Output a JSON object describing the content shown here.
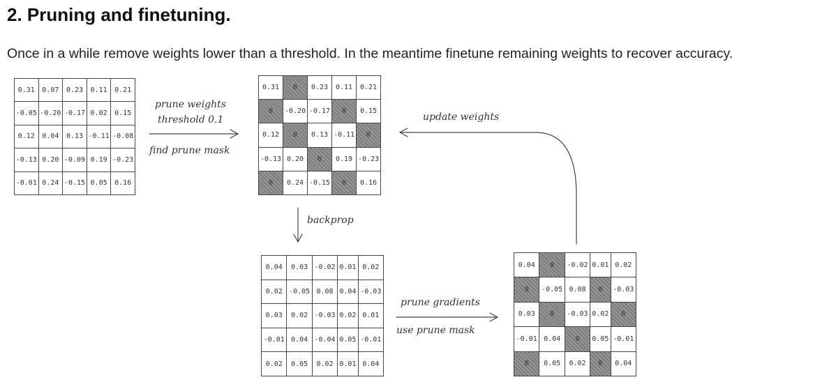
{
  "heading": "2. Pruning and finetuning.",
  "intro": "Once in a while remove weights lower than a threshold. In the meantime finetune remaining weights to recover accuracy.",
  "labels": {
    "prune_weights": "prune weights",
    "threshold": "threshold 0.1",
    "find_mask": "find prune mask",
    "update_weights": "update weights",
    "backprop": "backprop",
    "prune_gradients": "prune gradients",
    "use_mask": "use prune mask"
  },
  "matrices": {
    "weights": {
      "rows": [
        [
          "0.31",
          "0.07",
          "0.23",
          "0.11",
          "0.21"
        ],
        [
          "-0.05",
          "-0.20",
          "-0.17",
          "0.02",
          "0.15"
        ],
        [
          "0.12",
          "0.04",
          "0.13",
          "-0.11",
          "-0.08"
        ],
        [
          "-0.13",
          "0.20",
          "-0.09",
          "0.19",
          "-0.23"
        ],
        [
          "-0.01",
          "0.24",
          "-0.15",
          "0.05",
          "0.16"
        ]
      ]
    },
    "pruned_weights": {
      "rows": [
        [
          "0.31",
          "0",
          "0.23",
          "0.11",
          "0.21"
        ],
        [
          "0",
          "-0.20",
          "-0.17",
          "0",
          "0.15"
        ],
        [
          "0.12",
          "0",
          "0.13",
          "-0.11",
          "0"
        ],
        [
          "-0.13",
          "0.20",
          "0",
          "0.19",
          "-0.23"
        ],
        [
          "0",
          "0.24",
          "-0.15",
          "0",
          "0.16"
        ]
      ],
      "mask": [
        [
          0,
          1,
          0,
          0,
          0
        ],
        [
          1,
          0,
          0,
          1,
          0
        ],
        [
          0,
          1,
          0,
          0,
          1
        ],
        [
          0,
          0,
          1,
          0,
          0
        ],
        [
          1,
          0,
          0,
          1,
          0
        ]
      ]
    },
    "gradients": {
      "rows": [
        [
          "0.04",
          "0.03",
          "-0.02",
          "0.01",
          "0.02"
        ],
        [
          "0.02",
          "-0.05",
          "0.08",
          "0.04",
          "-0.03"
        ],
        [
          "0.03",
          "0.02",
          "-0.03",
          "0.02",
          "0.01"
        ],
        [
          "-0.01",
          "0.04",
          "-0.04",
          "0.05",
          "-0.01"
        ],
        [
          "0.02",
          "0.05",
          "0.02",
          "0.01",
          "0.04"
        ]
      ]
    },
    "pruned_gradients": {
      "rows": [
        [
          "0.04",
          "0",
          "-0.02",
          "0.01",
          "0.02"
        ],
        [
          "0",
          "-0.05",
          "0.08",
          "0",
          "-0.03"
        ],
        [
          "0.03",
          "0",
          "-0.03",
          "0.02",
          "0"
        ],
        [
          "-0.01",
          "0.04",
          "0",
          "0.05",
          "-0.01"
        ],
        [
          "0",
          "0.05",
          "0.02",
          "0",
          "0.04"
        ]
      ],
      "mask": [
        [
          0,
          1,
          0,
          0,
          0
        ],
        [
          1,
          0,
          0,
          1,
          0
        ],
        [
          0,
          1,
          0,
          0,
          1
        ],
        [
          0,
          0,
          1,
          0,
          0
        ],
        [
          1,
          0,
          0,
          1,
          0
        ]
      ]
    }
  }
}
